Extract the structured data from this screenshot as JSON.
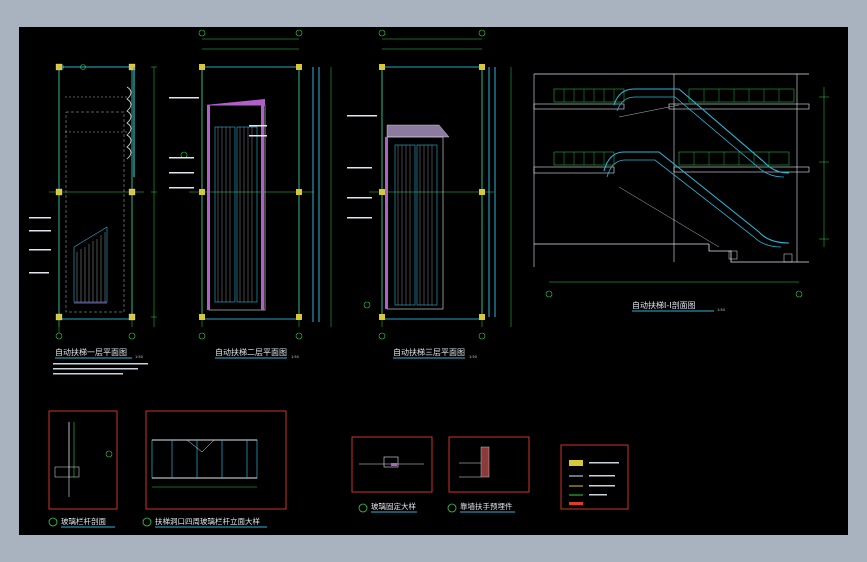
{
  "titles": {
    "plan1": "自动扶梯一层平面图",
    "plan2": "自动扶梯二层平面图",
    "plan3": "自动扶梯三层平面图",
    "section": "自动扶梯Ⅰ-Ⅰ剖面图"
  },
  "details": {
    "d1": "玻璃栏杆剖面",
    "d2": "扶梯洞口四周玻璃栏杆立面大样",
    "d3": "玻璃固定大样",
    "d4": "靠墙扶手预埋件"
  },
  "scale": "1:50",
  "colors": {
    "background": "#000000",
    "frame": "#a9b3bf",
    "green": "#32d24a",
    "cyan": "#2fb4d8",
    "white": "#dfe6ee",
    "red": "#e03a2a",
    "magenta": "#b060c8",
    "yellow": "#d9c73a"
  }
}
